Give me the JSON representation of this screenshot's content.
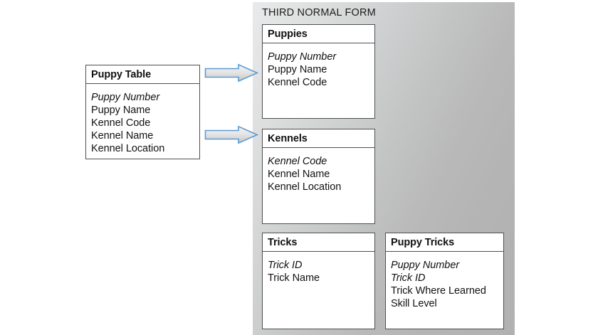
{
  "panel": {
    "title": "THIRD NORMAL FORM",
    "bg_from": "#e9eaeb",
    "bg_to": "#b1b1b1"
  },
  "source_table": {
    "title": "Puppy Table",
    "attributes": [
      {
        "label": "Puppy Number",
        "key": true
      },
      {
        "label": "Puppy Name",
        "key": false
      },
      {
        "label": "Kennel Code",
        "key": false
      },
      {
        "label": "Kennel Name",
        "key": false
      },
      {
        "label": "Kennel Location",
        "key": false
      }
    ]
  },
  "tables": [
    {
      "name": "puppies",
      "title": "Puppies",
      "attributes": [
        {
          "label": "Puppy Number",
          "key": true
        },
        {
          "label": "Puppy Name",
          "key": false
        },
        {
          "label": "Kennel Code",
          "key": false
        }
      ]
    },
    {
      "name": "kennels",
      "title": "Kennels",
      "attributes": [
        {
          "label": "Kennel Code",
          "key": true
        },
        {
          "label": "Kennel Name",
          "key": false
        },
        {
          "label": "Kennel Location",
          "key": false
        }
      ]
    },
    {
      "name": "tricks",
      "title": "Tricks",
      "attributes": [
        {
          "label": "Trick ID",
          "key": true
        },
        {
          "label": "Trick Name",
          "key": false
        }
      ]
    },
    {
      "name": "puppy-tricks",
      "title": "Puppy Tricks",
      "attributes": [
        {
          "label": "Puppy Number",
          "key": true
        },
        {
          "label": "Trick ID",
          "key": true
        },
        {
          "label": "Trick Where Learned",
          "key": false
        },
        {
          "label": "Skill Level",
          "key": false
        }
      ]
    }
  ],
  "arrows": [
    {
      "name": "arrow-to-puppies",
      "icon": "right-arrow-icon",
      "stroke": "#5b9bd5",
      "fill_from": "#f2f2f2",
      "fill_to": "#c9c9c9"
    },
    {
      "name": "arrow-to-kennels",
      "icon": "right-arrow-icon",
      "stroke": "#5b9bd5",
      "fill_from": "#f2f2f2",
      "fill_to": "#c9c9c9"
    }
  ]
}
